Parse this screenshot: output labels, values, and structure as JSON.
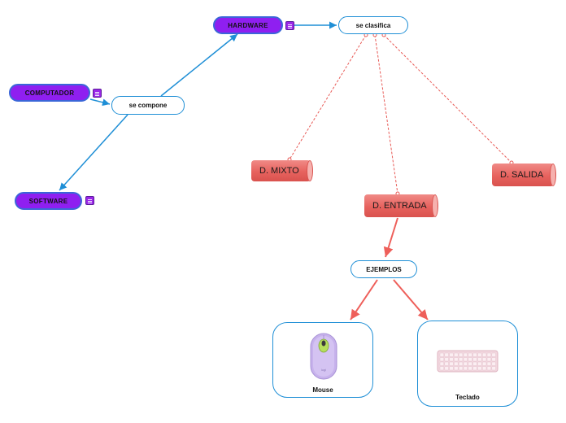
{
  "nodes": {
    "computador": "COMPUTADOR",
    "se_compone": "se compone",
    "hardware": "HARDWARE",
    "software": "SOFTWARE",
    "se_clasifica": "se clasifica",
    "d_mixto": "D. MIXTO",
    "d_entrada": "D. ENTRADA",
    "d_salida": "D. SALIDA",
    "ejemplos": "EJEMPLOS"
  },
  "examples": [
    {
      "caption": "Mouse",
      "image": "mouse-image"
    },
    {
      "caption": "Teclado",
      "image": "keyboard-image"
    }
  ],
  "colors": {
    "main_topic": "#8f1ff0",
    "connector_blue": "#1f8fd6",
    "device_red": "#e7625e",
    "dashed_link": "#e85a56"
  }
}
